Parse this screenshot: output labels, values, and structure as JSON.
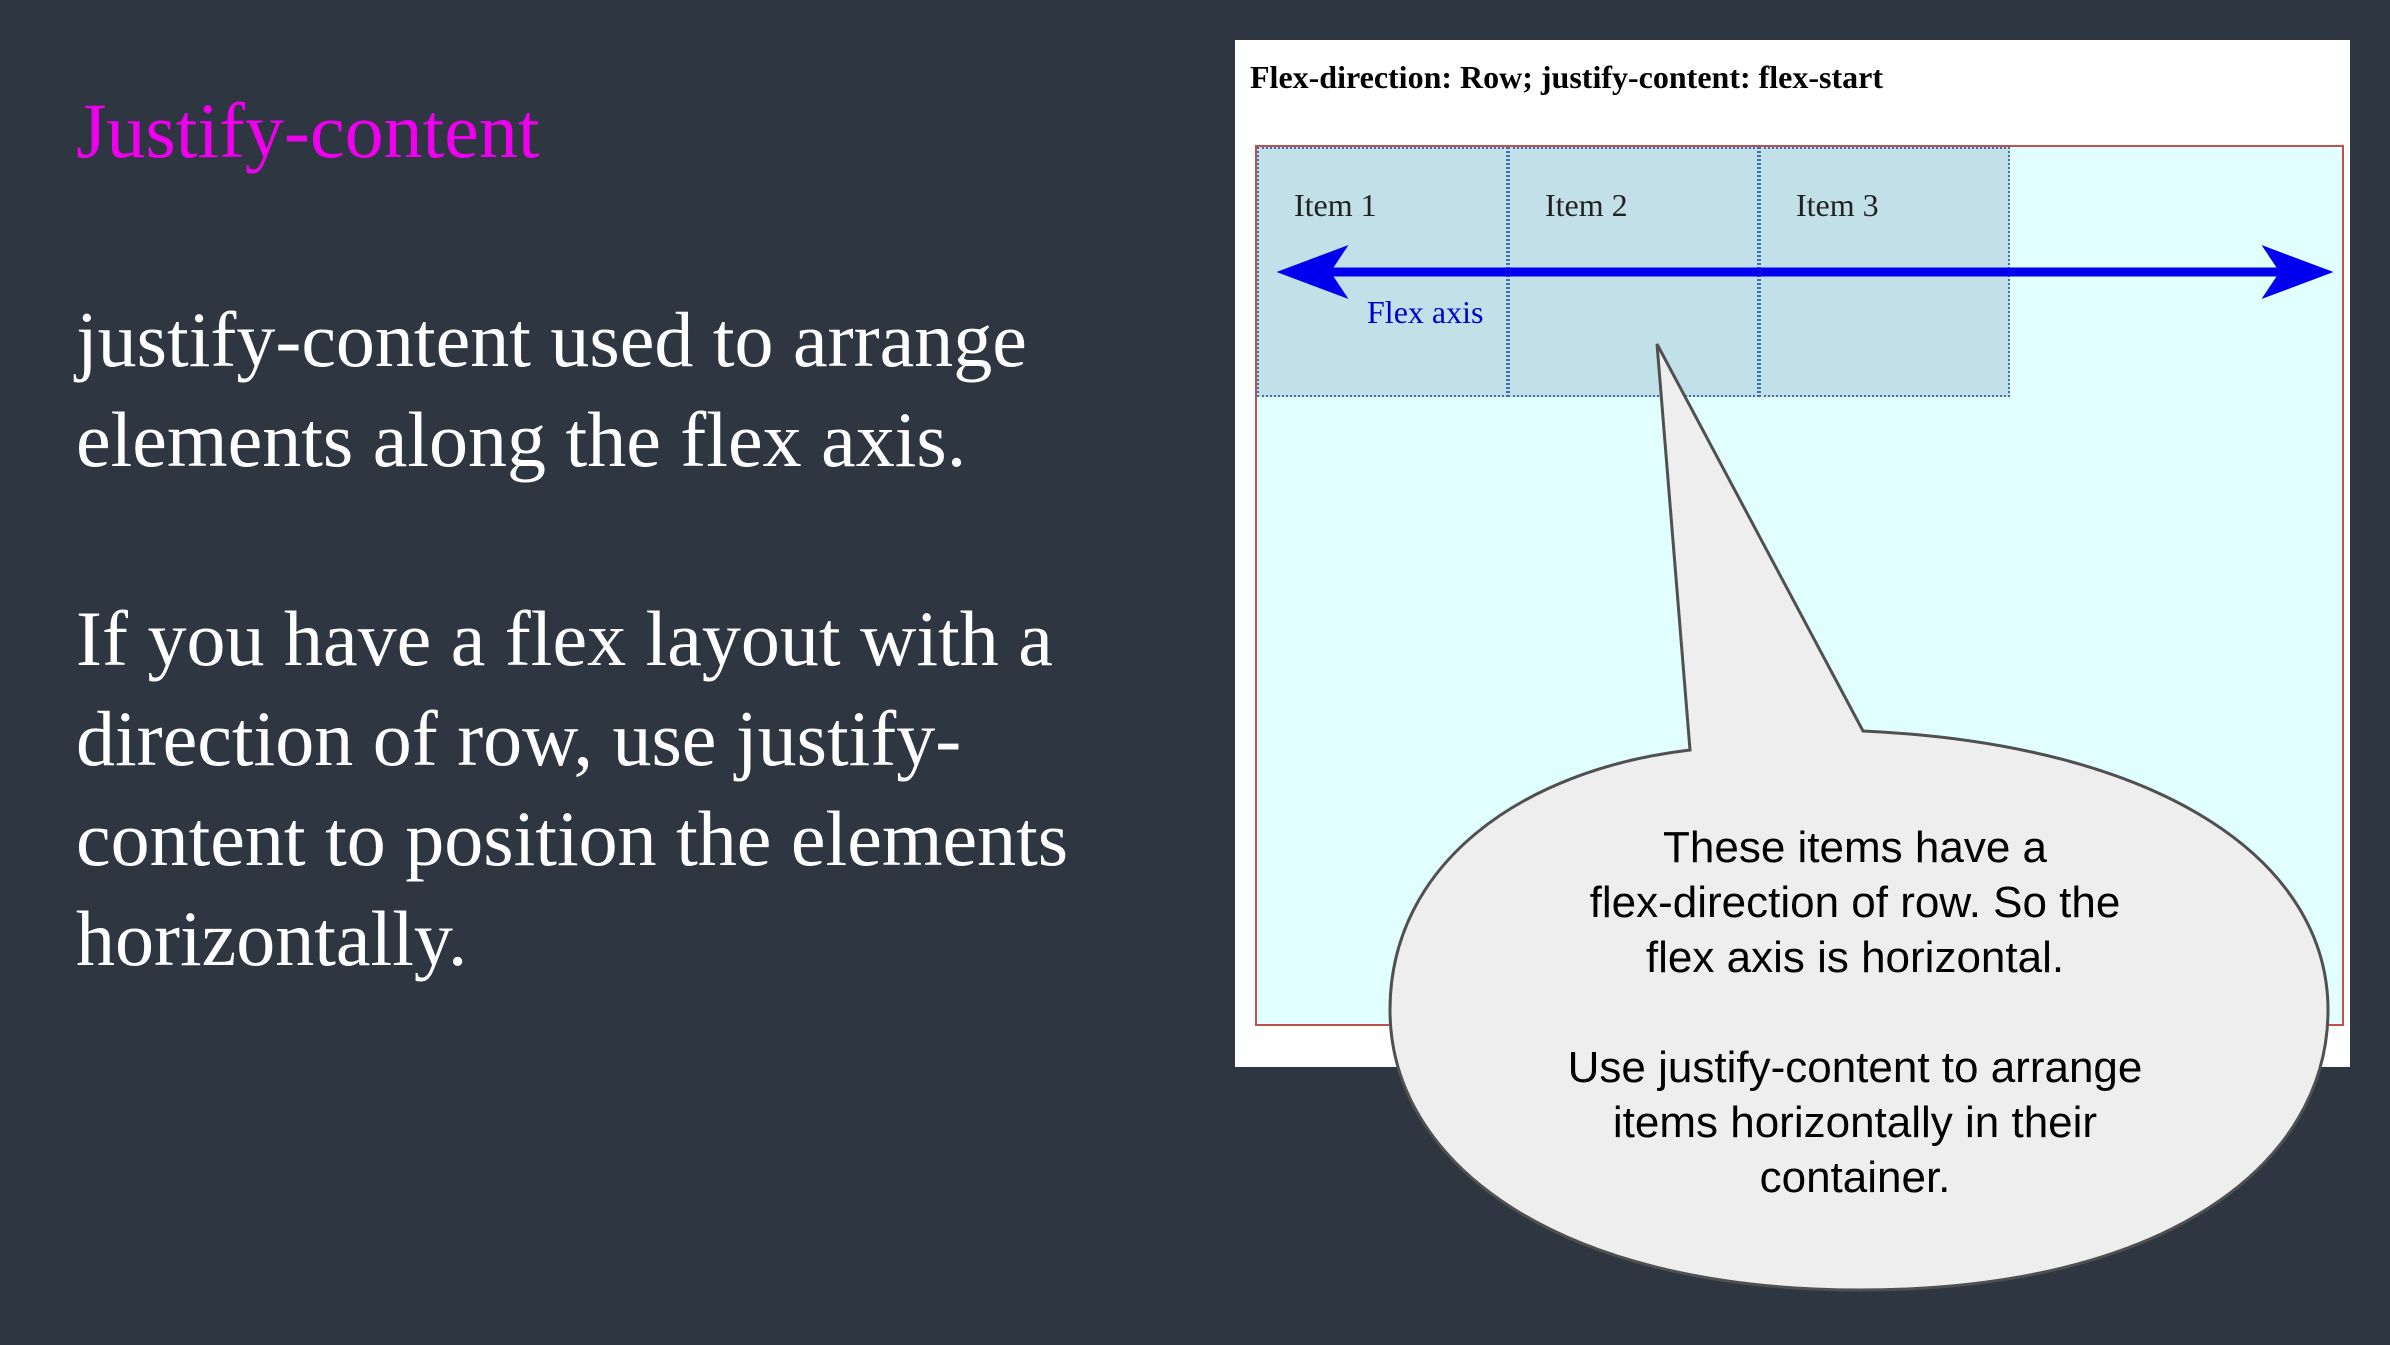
{
  "slide": {
    "title": "Justify-content",
    "paragraph_1": "justify-content used to arrange elements along the flex axis.",
    "paragraph_2": "If you have a flex layout with a direction of row, use justify-content to position the elements horizontally."
  },
  "demo": {
    "heading": "Flex-direction: Row; justify-content: flex-start",
    "items": [
      {
        "label": "Item 1"
      },
      {
        "label": "Item 2"
      },
      {
        "label": "Item 3"
      }
    ],
    "axis_label": "Flex axis",
    "axis_color": "#0000ee",
    "container_background": "#e2ffff",
    "item_background": "#c2e0e8"
  },
  "callout": {
    "line_1": "These items have a",
    "line_2": "flex-direction of row. So the",
    "line_3": "flex axis is horizontal.",
    "line_4": "Use justify-content to arrange",
    "line_5": "items horizontally in their",
    "line_6": "container."
  },
  "colors": {
    "background": "#2e3641",
    "title": "#ee00ee",
    "body_text": "#ffffff"
  }
}
